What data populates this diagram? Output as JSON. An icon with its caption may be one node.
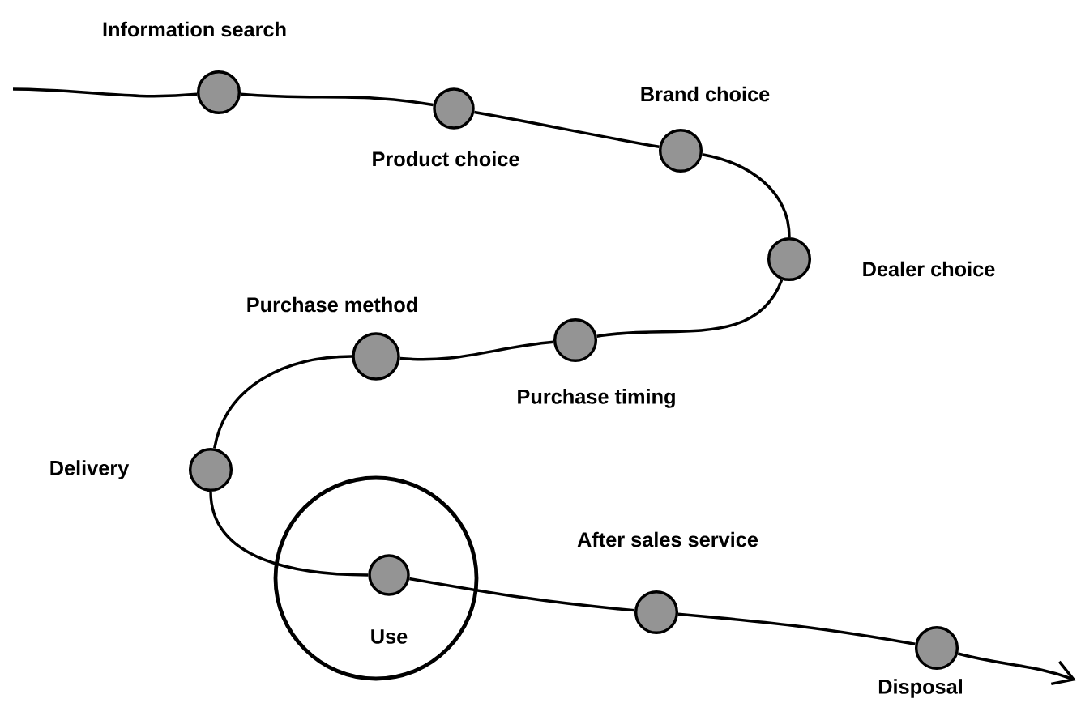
{
  "diagram": {
    "nodes": [
      {
        "text": [],
        "shape": "circle",
        "beside": [
          "Information search"
        ]
      },
      {
        "text": [],
        "shape": "circle",
        "beside": [
          "Product choice"
        ]
      },
      {
        "text": [],
        "shape": "circle",
        "beside": [
          "Brand choice"
        ]
      },
      {
        "text": [],
        "shape": "circle",
        "beside": [
          "Dealer choice"
        ]
      },
      {
        "text": [],
        "shape": "circle",
        "beside": [
          "Purchase timing"
        ]
      },
      {
        "text": [],
        "shape": "circle",
        "beside": [
          "Purchase method"
        ]
      },
      {
        "text": [],
        "shape": "circle",
        "beside": [
          "Delivery"
        ]
      },
      {
        "text": [],
        "shape": "circle"
      },
      {
        "text": [],
        "shape": "circle",
        "beside": [
          "Use"
        ],
        "in": 7
      },
      {
        "text": [],
        "shape": "circle",
        "beside": [
          "After sales service"
        ]
      },
      {
        "text": [],
        "shape": "circle",
        "beside": [
          "Disposal"
        ]
      }
    ],
    "edges": [
      {
        "from": null,
        "to": 0,
        "arrow": "none"
      },
      {
        "from": 0,
        "to": 1,
        "arrow": "none"
      },
      {
        "from": 1,
        "to": 2,
        "arrow": "none"
      },
      {
        "from": 2,
        "to": 3,
        "arrow": "none"
      },
      {
        "from": 3,
        "to": 4,
        "arrow": "none"
      },
      {
        "from": 4,
        "to": 5,
        "arrow": "none"
      },
      {
        "from": 5,
        "to": 6,
        "arrow": "none"
      },
      {
        "from": 6,
        "to": 8,
        "arrow": "none"
      },
      {
        "from": 8,
        "to": 9,
        "arrow": "none"
      },
      {
        "from": 9,
        "to": 10,
        "arrow": "none"
      },
      {
        "from": 10,
        "to": null,
        "arrow": "to"
      }
    ]
  }
}
